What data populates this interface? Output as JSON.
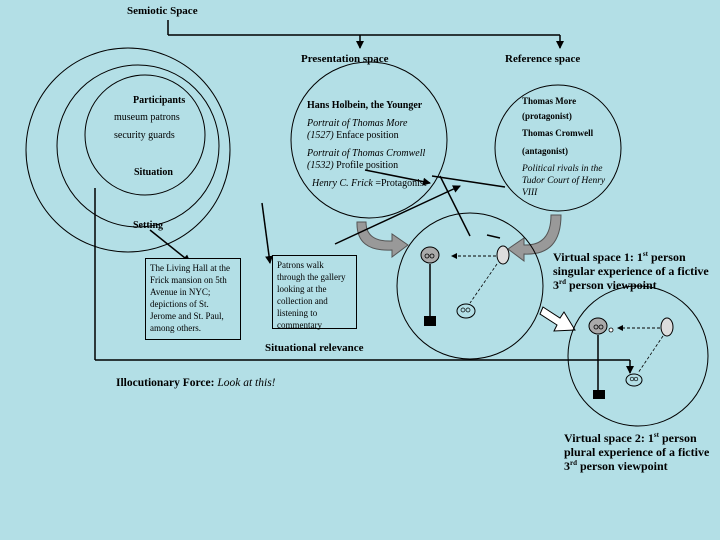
{
  "semiotic_space": "Semiotic Space",
  "presentation_space": "Presentation space",
  "reference_space": "Reference space",
  "participants": {
    "title": "Participants",
    "items": [
      "museum patrons",
      "security guards"
    ],
    "situation": "Situation"
  },
  "setting": "Setting",
  "presentation": {
    "artist": "Hans Holbein, the Younger",
    "work1_title": "Portrait of Thomas More",
    "work1_year": "(1527)",
    "work1_pos": " Enface position",
    "work2_title": "Portrait of Thomas Cromwell",
    "work2_year": "(1532)",
    "work2_pos": " Profile position",
    "frick": "Henry C. Frick",
    "frick_role": " =Protagonist"
  },
  "reference": {
    "more": "Thomas More",
    "more_role": "(protagonist)",
    "cromwell": "Thomas Cromwell",
    "cromwell_role": "(antagonist)",
    "rivals": "Political rivals in the Tudor Court of Henry VIII"
  },
  "living_hall_box": "The Living Hall at the Frick mansion on 5th Avenue in NYC; depictions of St. Jerome and St. Paul, among others.",
  "patrons_box": "Patrons walk through the gallery looking at the collection and listening to commentary",
  "situational_relevance": "Situational relevance",
  "illocutionary": {
    "label": "Illocutionary Force: ",
    "value": "Look at this!"
  },
  "virtual_space_1": {
    "line1_pre": "Virtual space 1: 1",
    "line1_sup": "st",
    "line1_post": " person",
    "line2": "singular experience of a fictive",
    "line3_pre": "3",
    "line3_sup": "rd",
    "line3_post": " person viewpoint"
  },
  "virtual_space_2": {
    "line1_pre": "Virtual space 2: 1",
    "line1_sup": "st",
    "line1_post": " person",
    "line2": "plural experience of a fictive",
    "line3_pre": "3",
    "line3_sup": "rd",
    "line3_post": " person viewpoint"
  }
}
